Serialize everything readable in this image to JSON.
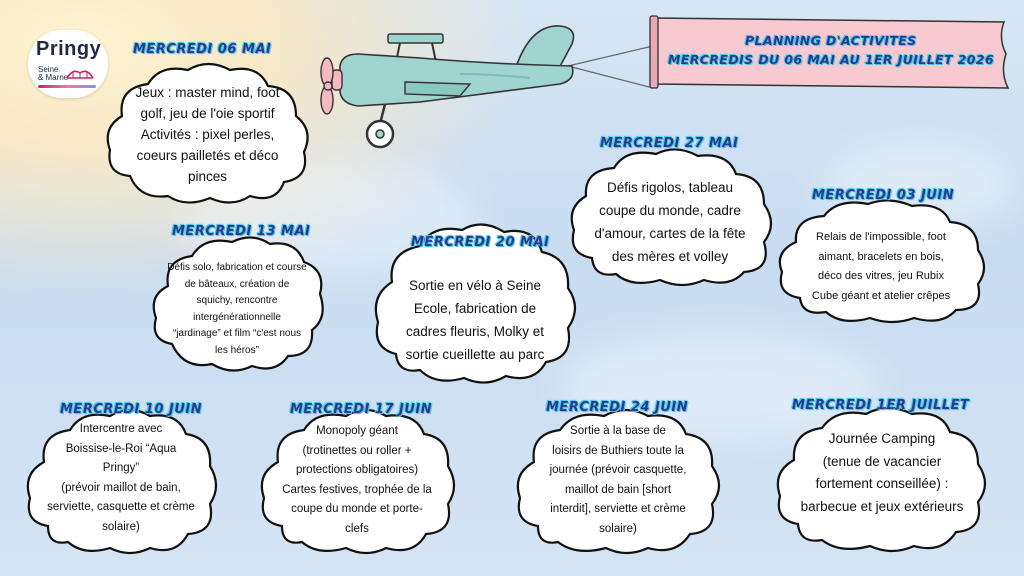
{
  "logo": {
    "name": "Pringy",
    "sub1": "Seine",
    "sub2": "& Marne"
  },
  "banner": {
    "line1": "PLANNING D'ACTIVITES",
    "line2": "MERCREDIS DU 06 MAI AU 1ER JUILLET 2026"
  },
  "colors": {
    "plane_body": "#9fd4cf",
    "banner_fill": "#f7c9d0",
    "heading_outline": "#3ec0e8"
  },
  "days": [
    {
      "heading": "MERCREDI 06 MAI",
      "lines": [
        "Jeux : master mind, foot",
        "golf, jeu de l'oie sportif",
        "Activités : pixel perles,",
        "coeurs pailletés et déco",
        "pinces"
      ]
    },
    {
      "heading": "MERCREDI 13 MAI",
      "lines": [
        "Défis solo, fabrication et course",
        "de bâteaux, création de",
        "squichy, rencontre",
        "intergénérationnelle",
        "“jardinage” et film “c'est nous",
        "les héros”"
      ]
    },
    {
      "heading": "MERCREDI 20 MAI",
      "lines": [
        "Sortie en vélo à Seine",
        "Ecole, fabrication de",
        "cadres fleuris, Molky et",
        "sortie cueillette au parc"
      ]
    },
    {
      "heading": "MERCREDI 27 MAI",
      "lines": [
        "Défis rigolos, tableau",
        "coupe du monde, cadre",
        "d'amour, cartes de la fête",
        "des mères et volley"
      ]
    },
    {
      "heading": "MERCREDI 03 JUIN",
      "lines": [
        "Relais de l'impossible, foot",
        "aimant, bracelets en bois,",
        "déco des vitres,  jeu Rubix",
        "Cube géant et atelier crêpes"
      ]
    },
    {
      "heading": "MERCREDI 10 JUIN",
      "lines": [
        "Intercentre avec",
        "Boissise-le-Roi “Aqua",
        "Pringy”",
        "(prévoir maillot de bain,",
        "serviette, casquette et crème",
        "solaire)"
      ]
    },
    {
      "heading": "MERCREDI 17 JUIN",
      "lines": [
        "Monopoly géant",
        "(trotinettes ou roller +",
        "protections obligatoires)",
        "Cartes festives, trophée de la",
        "coupe du monde et porte-",
        "clefs"
      ]
    },
    {
      "heading": "MERCREDI 24 JUIN",
      "lines": [
        "Sortie à la base de",
        "loisirs de Buthiers toute la",
        "journée (prévoir casquette,",
        "maillot de bain [short",
        "interdit], serviette et crème",
        "solaire)"
      ]
    },
    {
      "heading": "MERCREDI 1ER JUILLET",
      "lines": [
        "Journée Camping",
        "(tenue de vacancier",
        "fortement conseillée) :",
        "barbecue et jeux extérieurs"
      ]
    }
  ]
}
